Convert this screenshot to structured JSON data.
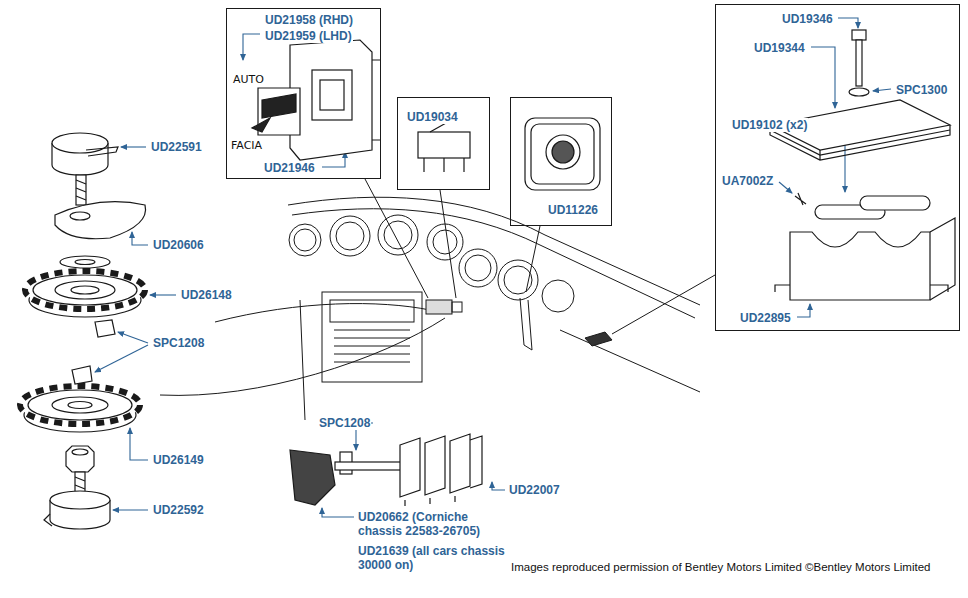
{
  "diagram": {
    "nodes": [
      {
        "text": [
          "UD21958 (RHD)",
          "UD21959 (LHD)",
          "AUTO",
          "FACIA",
          "UD21946"
        ]
      },
      {
        "text": [
          "UD19034"
        ]
      },
      {
        "text": [
          "UD11226"
        ]
      },
      {
        "text": [
          "UD19346",
          "UD19344",
          "SPC1300",
          "UD19102 (x2)",
          "UA7002Z",
          "UD22895"
        ]
      }
    ],
    "labels": [
      "UD22591",
      "UD20606",
      "UD26148",
      "SPC1208",
      "UD26149",
      "UD22592",
      "SPC1208",
      "UD22007",
      "UD20662 (Corniche chassis 22583-26705)",
      "UD21639 (all cars chassis 30000 on)",
      "Images reproduced permission of Bentley Motors Limited ©Bentley Motors Limited"
    ]
  }
}
